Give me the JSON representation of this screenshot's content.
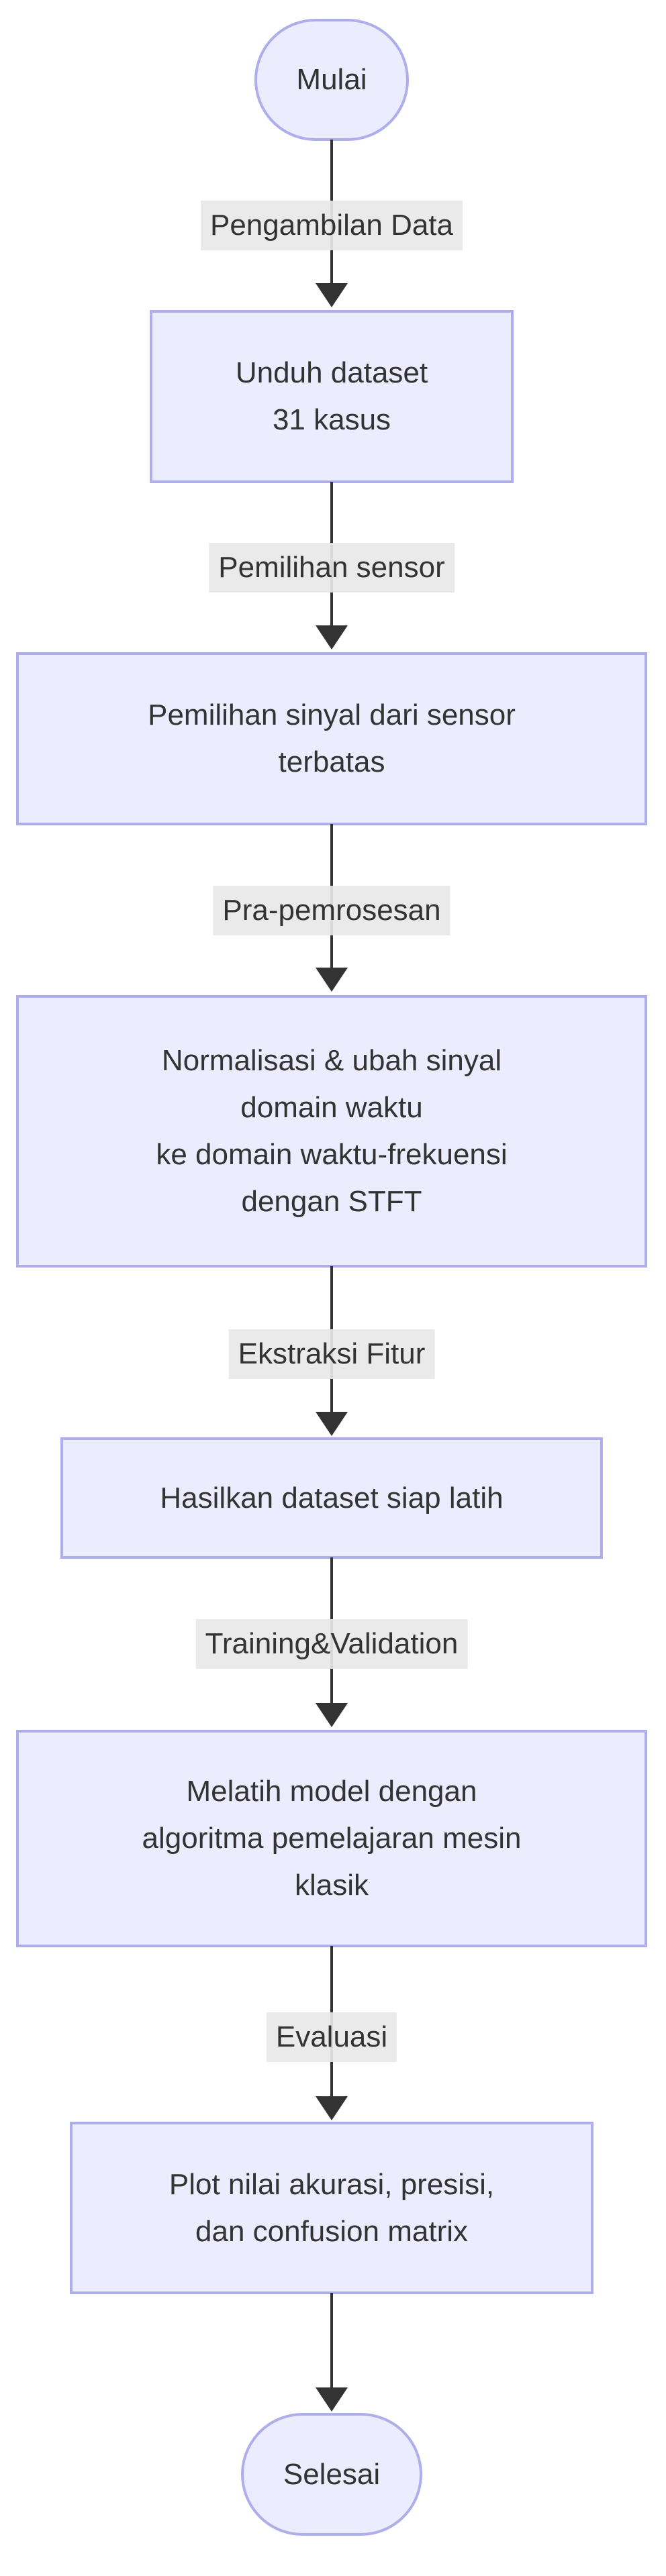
{
  "diagram": {
    "type": "flowchart",
    "direction": "top-down",
    "colors": {
      "background": "#FFFFFF",
      "node_fill": "#ECECFF",
      "node_border": "#AEAEEA",
      "edge": "#333333",
      "edge_label_bg": "#E8E8E8",
      "text": "#333333"
    },
    "nodes": [
      {
        "shape": "stadium",
        "lines": [
          "Mulai"
        ]
      },
      {
        "shape": "rect",
        "lines": [
          "Unduh dataset",
          "31 kasus"
        ]
      },
      {
        "shape": "rect",
        "lines": [
          "Pemilihan sinyal dari sensor",
          "terbatas"
        ]
      },
      {
        "shape": "rect",
        "lines": [
          "Normalisasi & ubah sinyal",
          "domain waktu",
          "ke domain waktu-frekuensi",
          "dengan STFT"
        ]
      },
      {
        "shape": "rect",
        "lines": [
          "Hasilkan dataset siap latih"
        ]
      },
      {
        "shape": "rect",
        "lines": [
          "Melatih model dengan",
          "algoritma pemelajaran mesin",
          "klasik"
        ]
      },
      {
        "shape": "rect",
        "lines": [
          "Plot nilai akurasi, presisi,",
          "dan confusion matrix"
        ]
      },
      {
        "shape": "stadium",
        "lines": [
          "Selesai"
        ]
      }
    ],
    "edges": [
      {
        "from": "Mulai",
        "to": "Unduh dataset 31 kasus",
        "label": "Pengambilan Data"
      },
      {
        "from": "Unduh dataset 31 kasus",
        "to": "Pemilihan sinyal dari sensor terbatas",
        "label": "Pemilihan sensor"
      },
      {
        "from": "Pemilihan sinyal dari sensor terbatas",
        "to": "Normalisasi & ubah sinyal domain waktu ke domain waktu-frekuensi dengan STFT",
        "label": "Pra-pemrosesan"
      },
      {
        "from": "Normalisasi & ubah sinyal domain waktu ke domain waktu-frekuensi dengan STFT",
        "to": "Hasilkan dataset siap latih",
        "label": "Ekstraksi Fitur"
      },
      {
        "from": "Hasilkan dataset siap latih",
        "to": "Melatih model dengan algoritma pemelajaran mesin klasik",
        "label": "Training&Validation"
      },
      {
        "from": "Melatih model dengan algoritma pemelajaran mesin klasik",
        "to": "Plot nilai akurasi, presisi, dan confusion matrix",
        "label": "Evaluasi"
      },
      {
        "from": "Plot nilai akurasi, presisi, dan confusion matrix",
        "to": "Selesai",
        "label": ""
      }
    ]
  }
}
